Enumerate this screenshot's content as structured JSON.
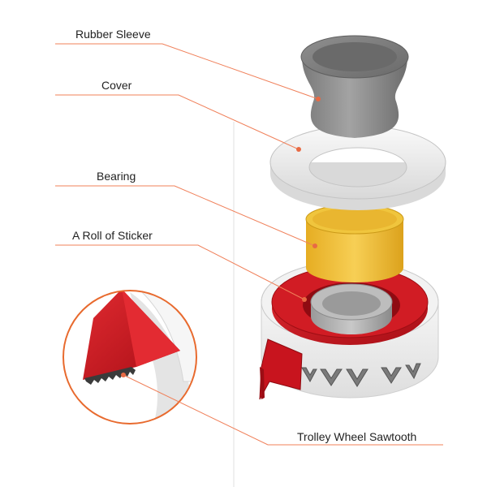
{
  "labels": {
    "rubber_sleeve": "Rubber Sleeve",
    "cover": "Cover",
    "bearing": "Bearing",
    "sticker": "A Roll of Sticker",
    "trolley": "Trolley Wheel Sawtooth"
  },
  "colors": {
    "leader_line": "#f0805a",
    "leader_dot": "#e86a44",
    "rubber": "#8d8d8d",
    "cover": "#efefef",
    "bearing": "#f2c23c",
    "sticker_red": "#c8141e",
    "wheel_white": "#f4f4f4",
    "inset_circle": "#e86a2e"
  }
}
